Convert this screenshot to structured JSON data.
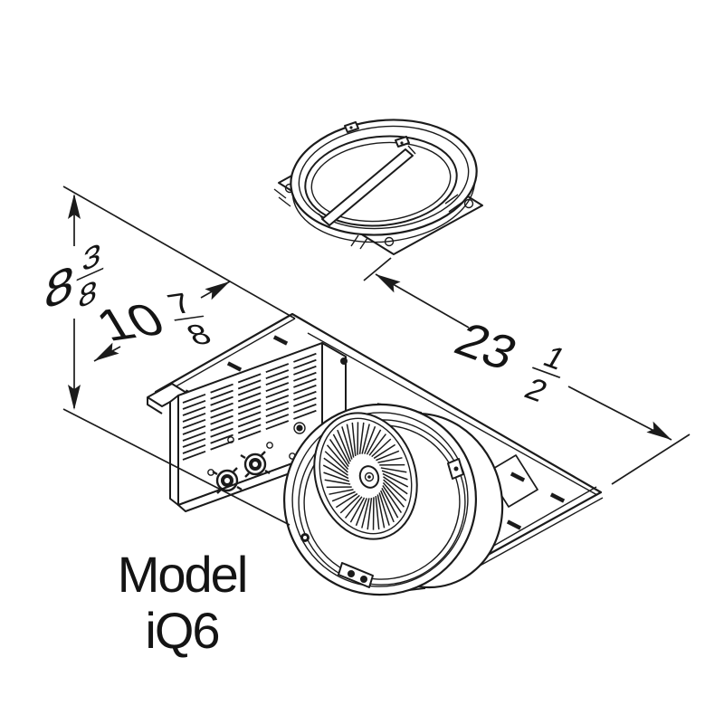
{
  "drawing": {
    "background": "#ffffff",
    "ink": "#1b1b1b",
    "model": {
      "line1": "Model",
      "line2": "iQ6"
    },
    "dimensions": {
      "height": {
        "whole": "8",
        "num": "3",
        "den": "8"
      },
      "depth": {
        "whole": "10",
        "num": "7",
        "den": "8"
      },
      "width": {
        "whole": "23",
        "num": "1",
        "den": "2"
      }
    }
  }
}
